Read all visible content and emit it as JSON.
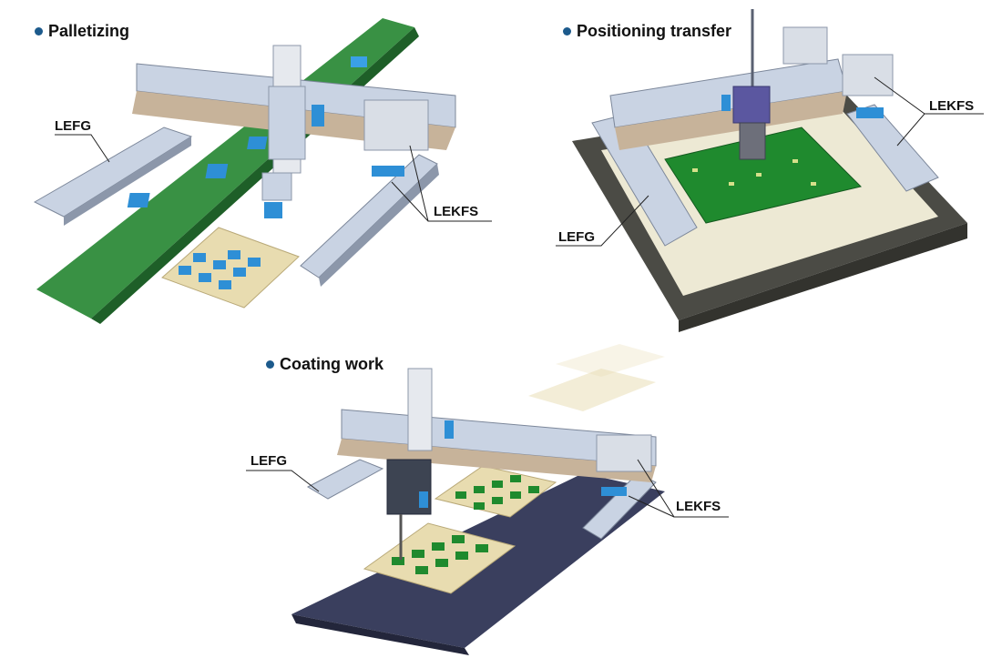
{
  "panels": {
    "palletizing": {
      "title": "Palletizing",
      "label_left": "LEFG",
      "label_right": "LEKFS"
    },
    "positioning": {
      "title": "Positioning transfer",
      "label_left": "LEFG",
      "label_right": "LEKFS"
    },
    "coating": {
      "title": "Coating work",
      "label_left": "LEFG",
      "label_right": "LEKFS"
    }
  },
  "colors": {
    "bullet": "#1c5a8c",
    "actuator_body": "#c9d3e3",
    "actuator_blue": "#2e8fd6",
    "conveyor_green": "#2e8b3a",
    "pcb_green": "#1f8a2e",
    "beam_tan": "#c7b39a",
    "tray": "#e8dcb0",
    "dark_frame": "#4b4b45",
    "conveyor_navy": "#3a3f5e"
  }
}
